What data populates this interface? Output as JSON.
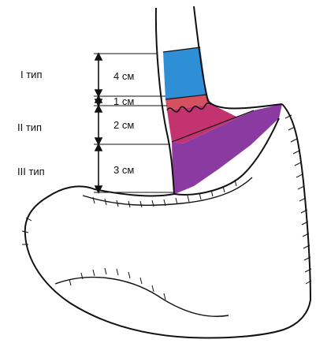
{
  "figure": {
    "type_labels": [
      "I тип",
      "II тип",
      "III тип"
    ],
    "segments": [
      {
        "length_label": "4 см",
        "color": "#2f8fd6"
      },
      {
        "length_label": "1 см",
        "color": "#d55060"
      },
      {
        "length_label": "2 см",
        "color": "#c2336f"
      },
      {
        "length_label": "3 см",
        "color": "#8a3aa0"
      }
    ],
    "line_color": "#111111",
    "background": "#ffffff"
  }
}
